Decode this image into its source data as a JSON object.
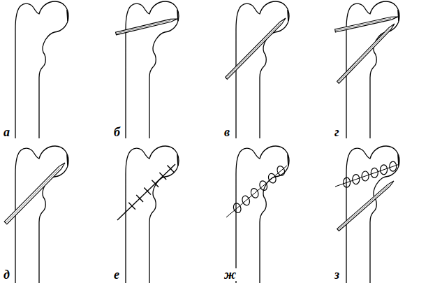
{
  "diagram": {
    "labels": [
      "а",
      "б",
      "в",
      "г",
      "д",
      "е",
      "ж",
      "з"
    ]
  }
}
